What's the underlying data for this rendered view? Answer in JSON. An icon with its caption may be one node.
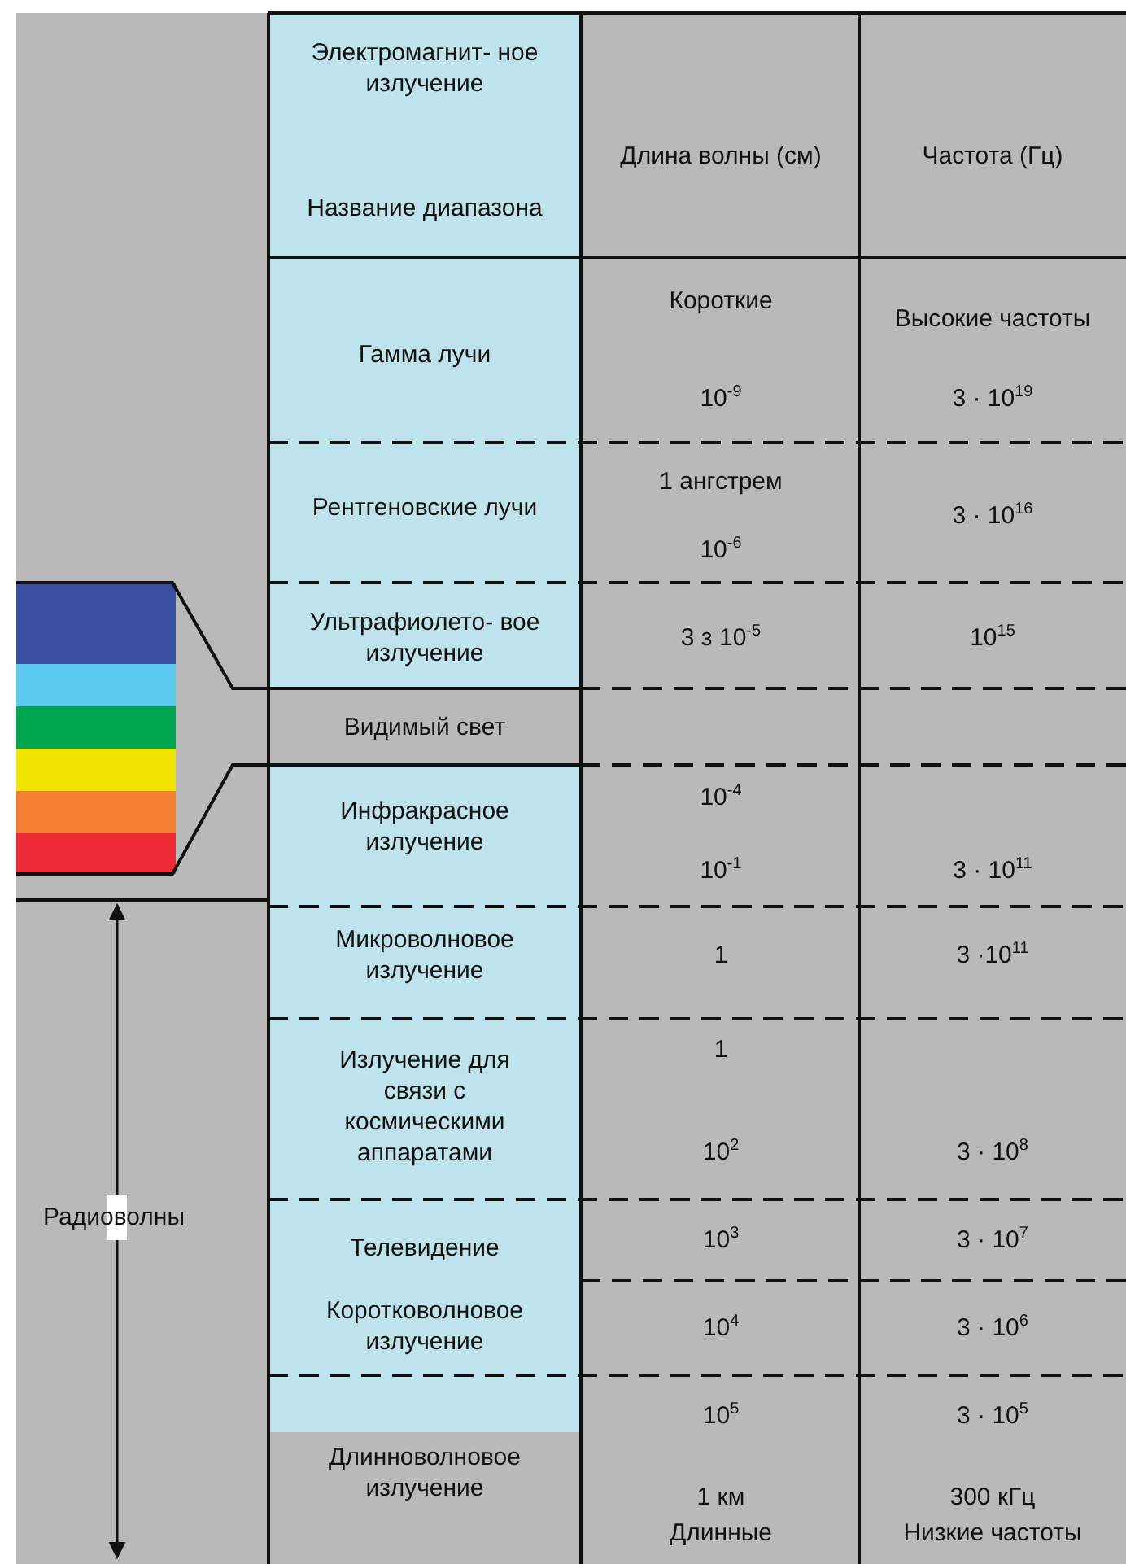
{
  "diagram": {
    "labels": [
      "Электромагнит- ное излучение",
      "Название диапазона",
      "Длина волны (см)",
      "Частота (Гц)",
      "Гамма лучи",
      "Короткие",
      "10$^{-9}$",
      "Высокие частоты",
      "3 · 10$^{19}$",
      "Рентгеновские лучи",
      "1 ангстрем",
      "10$^{-6}$",
      "3 · 10$^{16}$",
      "Ультрафиолето- вое излучение",
      "3 з 10$^{-5}$",
      "10$^{15}$",
      "Видимый свет",
      "Инфракрасное излучение",
      "10$^{-4}$",
      "10$^{-1}$",
      "3 · 10$^{11}$",
      "Микроволновое излучение",
      "1",
      "3 ·10$^{11}$",
      "Излучение для связи с космическими аппаратами",
      "1",
      "10$^{2}$",
      "3 · 10$^{8}$",
      "Радиоволны",
      "Телевидение",
      "10$^{3}$",
      "3 · 10$^{7}$",
      "Коротковолновое излучение",
      "10$^{4}$",
      "3 · 10$^{6}$",
      "10$^{5}$",
      "3 · 10$^{5}$",
      "Длинноволновое излучение",
      "1 км",
      "Длинные",
      "300 кГц",
      "Низкие частоты"
    ]
  }
}
